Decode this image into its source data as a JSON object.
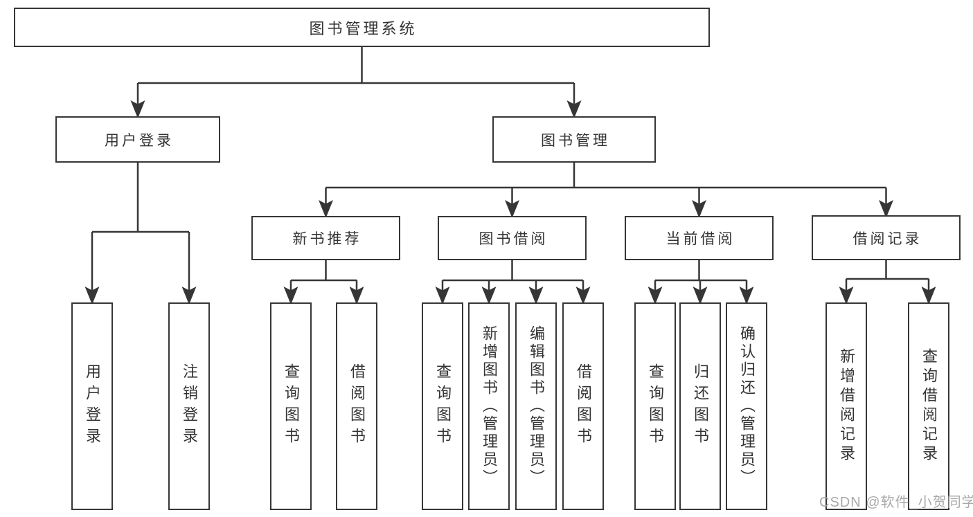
{
  "diagram_title": "图书管理系统",
  "watermark": "CSDN @软件_小贺同学",
  "colors": {
    "line": "#363636",
    "text": "#333333",
    "background": "#ffffff",
    "watermark": "#a4a4a4"
  },
  "nodes": {
    "root": "图书管理系统",
    "user_login": "用户登录",
    "book_mgmt": "图书管理",
    "new_rec": "新书推荐",
    "book_borrow": "图书借阅",
    "current_borrow": "当前借阅",
    "borrow_record": "借阅记录",
    "ul_login": "用户登录",
    "ul_logout": "注销登录",
    "nr_query": "查询图书",
    "nr_borrow": "借阅图书",
    "bb_query": "查询图书",
    "bb_add": "新增图书（管理员）",
    "bb_edit": "编辑图书（管理员）",
    "bb_borrow": "借阅图书",
    "cb_query": "查询图书",
    "cb_return": "归还图书",
    "cb_confirm": "确认归还（管理员）",
    "br_add": "新增借阅记录",
    "br_query": "查询借阅记录"
  },
  "hierarchy": {
    "图书管理系统": {
      "用户登录": [
        "用户登录",
        "注销登录"
      ],
      "图书管理": {
        "新书推荐": [
          "查询图书",
          "借阅图书"
        ],
        "图书借阅": [
          "查询图书",
          "新增图书（管理员）",
          "编辑图书（管理员）",
          "借阅图书"
        ],
        "当前借阅": [
          "查询图书",
          "归还图书",
          "确认归还（管理员）"
        ],
        "借阅记录": [
          "新增借阅记录",
          "查询借阅记录"
        ]
      }
    }
  }
}
